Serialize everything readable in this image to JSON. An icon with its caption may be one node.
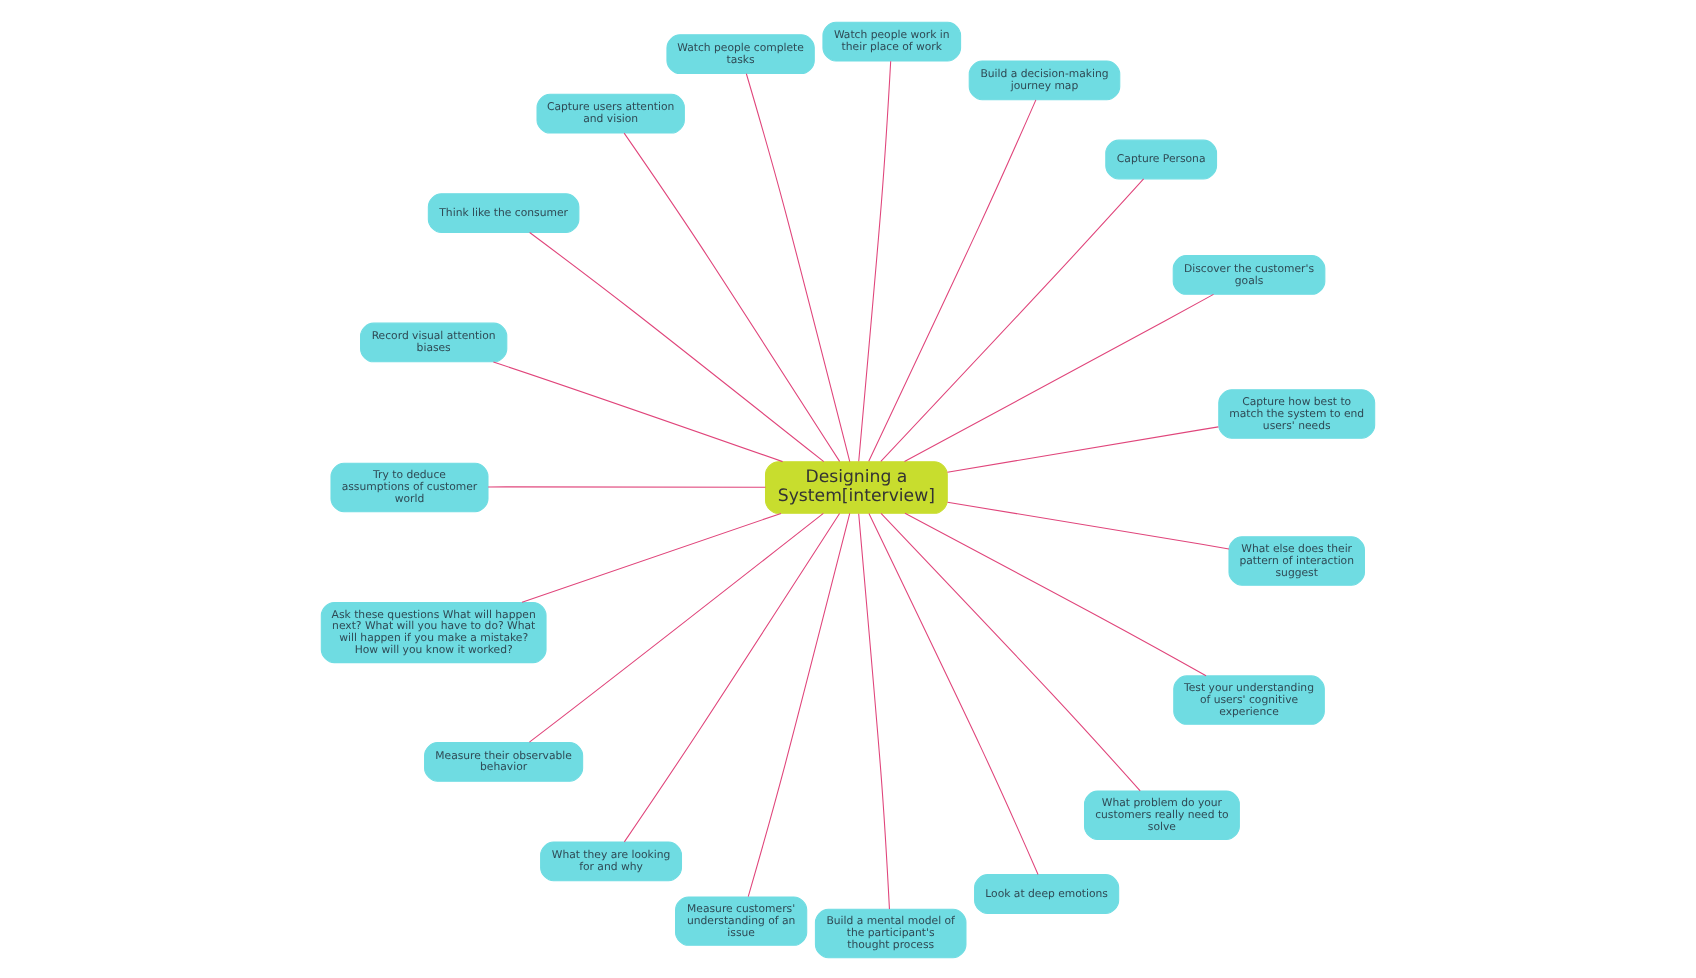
{
  "diagram": {
    "nodes": [
      {
        "text": [
          "Designing a System[interview]"
        ]
      },
      {
        "text": [
          "Capture how best to match the system to end users' needs"
        ]
      },
      {
        "text": [
          "Discover the customer's goals"
        ]
      },
      {
        "text": [
          "Capture Persona"
        ]
      },
      {
        "text": [
          "Build a decision-making journey map"
        ]
      },
      {
        "text": [
          "Watch people work in their place of work"
        ]
      },
      {
        "text": [
          "Watch people complete tasks"
        ]
      },
      {
        "text": [
          "Capture users attention and vision"
        ]
      },
      {
        "text": [
          "Think like the consumer"
        ]
      },
      {
        "text": [
          "Record visual attention biases"
        ]
      },
      {
        "text": [
          "Try to deduce assumptions of customer world"
        ]
      },
      {
        "text": [
          "Ask these questions What will happen next? What will you have to do? What will happen if you make a mistake? How will you know it worked?"
        ]
      },
      {
        "text": [
          "Measure their observable behavior"
        ]
      },
      {
        "text": [
          "What they are looking for and why"
        ]
      },
      {
        "text": [
          "Measure customers' understanding of an issue"
        ]
      },
      {
        "text": [
          "Build a mental model of the participant's thought process"
        ]
      },
      {
        "text": [
          "Look at deep emotions"
        ]
      },
      {
        "text": [
          "What problem do your customers really need to solve"
        ]
      },
      {
        "text": [
          "Test your understanding of users' cognitive experience"
        ]
      },
      {
        "text": [
          "What else does their pattern of interaction suggest"
        ]
      }
    ],
    "edges": [
      {
        "from": 0,
        "to": 1,
        "arrow": "none"
      },
      {
        "from": 0,
        "to": 2,
        "arrow": "none"
      },
      {
        "from": 0,
        "to": 3,
        "arrow": "none"
      },
      {
        "from": 0,
        "to": 4,
        "arrow": "none"
      },
      {
        "from": 0,
        "to": 5,
        "arrow": "none"
      },
      {
        "from": 0,
        "to": 6,
        "arrow": "none"
      },
      {
        "from": 0,
        "to": 7,
        "arrow": "none"
      },
      {
        "from": 0,
        "to": 8,
        "arrow": "none"
      },
      {
        "from": 0,
        "to": 9,
        "arrow": "none"
      },
      {
        "from": 0,
        "to": 10,
        "arrow": "none"
      },
      {
        "from": 0,
        "to": 11,
        "arrow": "none"
      },
      {
        "from": 0,
        "to": 12,
        "arrow": "none"
      },
      {
        "from": 0,
        "to": 13,
        "arrow": "none"
      },
      {
        "from": 0,
        "to": 14,
        "arrow": "none"
      },
      {
        "from": 0,
        "to": 15,
        "arrow": "none"
      },
      {
        "from": 0,
        "to": 16,
        "arrow": "none"
      },
      {
        "from": 0,
        "to": 17,
        "arrow": "none"
      },
      {
        "from": 0,
        "to": 18,
        "arrow": "none"
      },
      {
        "from": 0,
        "to": 19,
        "arrow": "none"
      }
    ]
  }
}
